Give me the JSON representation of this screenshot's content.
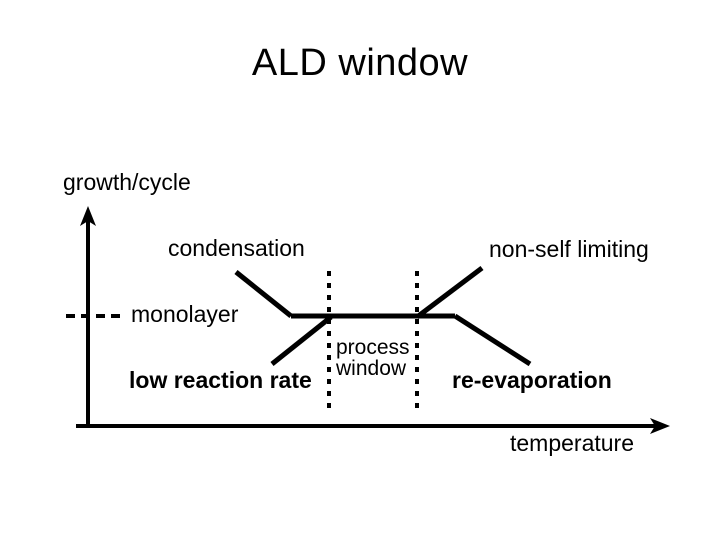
{
  "slide": {
    "title": "ALD window",
    "background_color": "#ffffff",
    "ink_color": "#000000"
  },
  "chart_data": {
    "type": "line",
    "title": "ALD window",
    "xlabel": "temperature",
    "ylabel": "growth/cycle",
    "grid": false,
    "legend": false,
    "axes": {
      "x_arrow": true,
      "y_arrow": true,
      "x_ticks": [],
      "y_ticks": [
        "monolayer"
      ]
    },
    "reference_lines": [
      {
        "name": "monolayer-level",
        "orientation": "horizontal",
        "style": "dashed",
        "label": "monolayer"
      },
      {
        "name": "process-window-left",
        "orientation": "vertical",
        "style": "dotted"
      },
      {
        "name": "process-window-right",
        "orientation": "vertical",
        "style": "dotted"
      }
    ],
    "series": [
      {
        "name": "condensation",
        "description": "descending branch at low temperature, above monolayer level",
        "points": [
          [
            236,
            272
          ],
          [
            291,
            316
          ]
        ]
      },
      {
        "name": "low reaction rate",
        "description": "ascending branch at low temperature, below monolayer level",
        "points": [
          [
            272,
            364
          ],
          [
            331,
            317
          ]
        ]
      },
      {
        "name": "process window plateau",
        "description": "flat saturated growth at one monolayer per cycle",
        "points": [
          [
            291,
            316
          ],
          [
            455,
            316
          ]
        ]
      },
      {
        "name": "non-self limiting",
        "description": "ascending branch at high temperature, above monolayer level",
        "points": [
          [
            417,
            317
          ],
          [
            482,
            268
          ]
        ]
      },
      {
        "name": "re-evaporation",
        "description": "descending branch at high temperature, below monolayer level",
        "points": [
          [
            455,
            316
          ],
          [
            530,
            364
          ]
        ]
      }
    ],
    "annotations": [
      {
        "name": "condensation",
        "text": "condensation"
      },
      {
        "name": "non-self-limiting",
        "text": "non-self limiting"
      },
      {
        "name": "monolayer",
        "text": "monolayer"
      },
      {
        "name": "low-reaction-rate",
        "text": "low reaction rate"
      },
      {
        "name": "re-evaporation",
        "text": "re-evaporation"
      },
      {
        "name": "process-window",
        "text": "process window",
        "line1": "process",
        "line2": "window"
      }
    ]
  }
}
